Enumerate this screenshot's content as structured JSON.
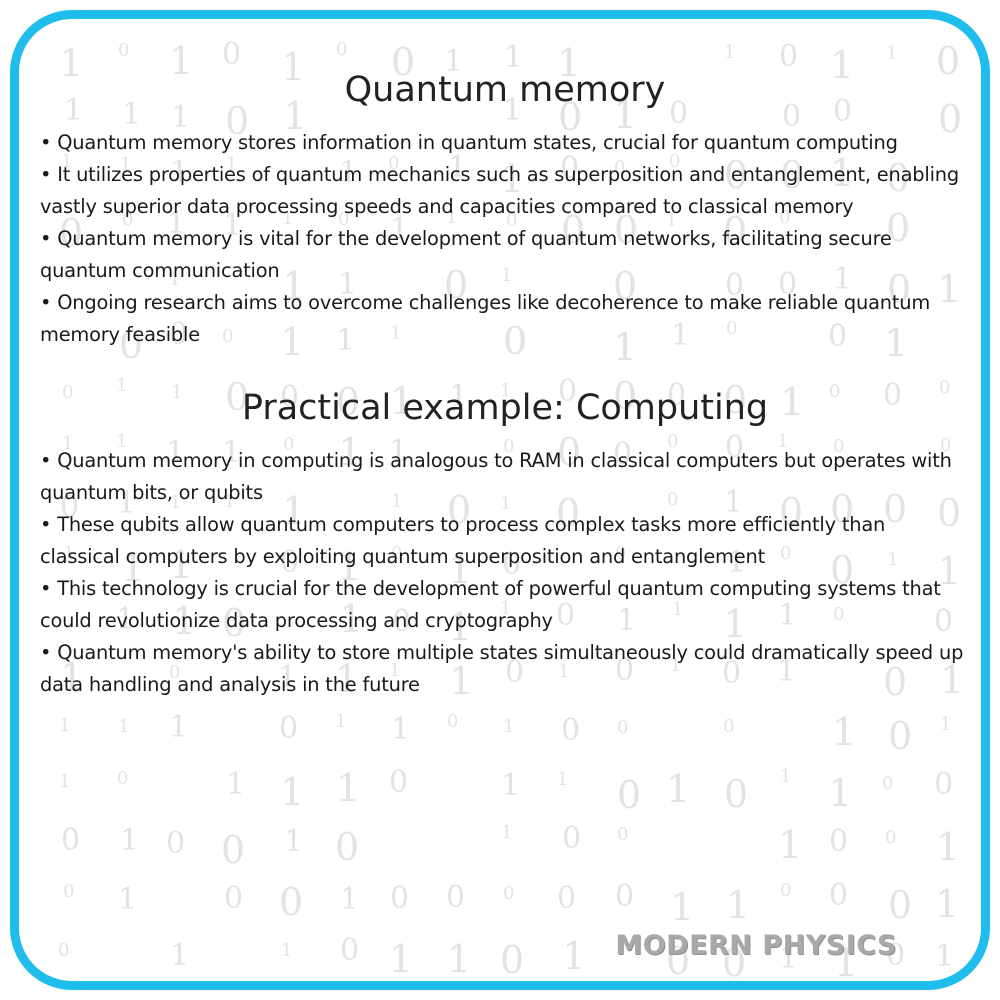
{
  "sections": [
    {
      "title": "Quantum memory",
      "bullets": [
        "• Quantum memory stores information in quantum states, crucial for quantum computing",
        "• It utilizes properties of quantum mechanics such as superposition and entanglement, enabling vastly superior data processing speeds and capacities compared to classical memory",
        "• Quantum memory is vital for the development of quantum networks, facilitating secure quantum communication",
        "• Ongoing research aims to overcome challenges like decoherence to make reliable quantum memory feasible"
      ]
    },
    {
      "title": "Practical example: Computing",
      "bullets": [
        "• Quantum memory in computing is analogous to RAM in classical computers but operates with quantum bits, or qubits",
        "• These qubits allow quantum computers to process complex tasks more efficiently than classical computers by exploiting quantum superposition and entanglement",
        "• This technology is crucial for the development of powerful quantum computing systems that could revolutionize data processing and cryptography",
        "• Quantum memory's ability to store multiple states simultaneously could dramatically speed up data handling and analysis in the future"
      ]
    }
  ],
  "brand": "MODERN PHYSICS",
  "colors": {
    "border": "#1fbdeb",
    "text": "#1a1a1a",
    "background_digits": "#e3e3e3",
    "brand": "#a9a9a9"
  }
}
